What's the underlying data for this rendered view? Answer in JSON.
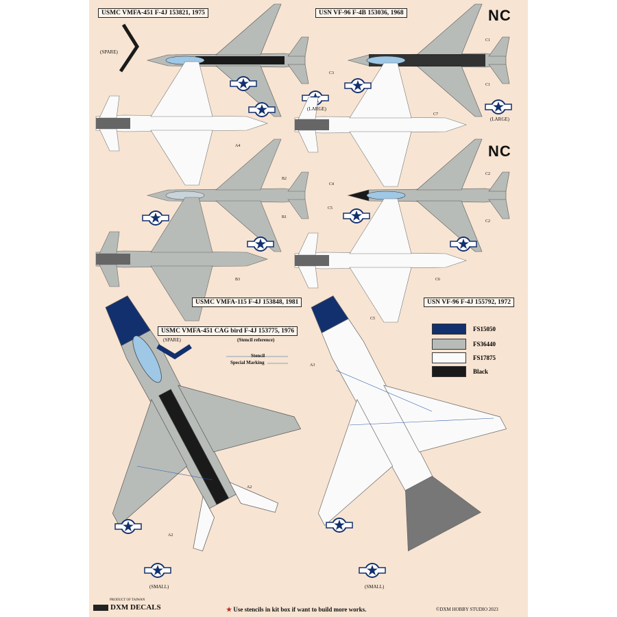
{
  "titles": {
    "vmfa451_1975": "USMC VMFA-451 F-4J 153821, 1975",
    "vf96_1968": "USN VF-96 F-4B 153036, 1968",
    "vmfa115_1981": "USMC VMFA-115 F-4J 153848, 1981",
    "vf96_1972": "USN VF-96 F-4J 155792, 1972",
    "vmfa451_cag": "USMC VMFA-451 CAG bird F-4J 153775, 1976"
  },
  "notes": {
    "spare_top": "(SPARE)",
    "spare_mid": "(SPARE)",
    "stencil_reference": "(Stencil reference)",
    "stencil": "Stencil",
    "special_marking": "Special Marking",
    "large_left": "(LARGE)",
    "large_right": "(LARGE)",
    "small_left": "(SMALL)",
    "small_right": "(SMALL)",
    "nc_top": "NC",
    "nc_mid": "NC"
  },
  "codes": {
    "c1a": "C1",
    "c1b": "C1",
    "c2a": "C2",
    "c2b": "C2",
    "c3": "C3",
    "c4": "C4",
    "c5a": "C5",
    "c5b": "C5",
    "c6": "C6",
    "c7": "C7",
    "a2a": "A2",
    "a2b": "A2",
    "a3": "A3",
    "a4": "A4",
    "b1": "B1",
    "b2": "B2",
    "b3": "B3"
  },
  "legend": [
    {
      "label": "FS15050",
      "color": "#13306e"
    },
    {
      "label": "FS36440",
      "color": "#b8bcb8"
    },
    {
      "label": "FS17875",
      "color": "#fafafa"
    },
    {
      "label": "Black",
      "color": "#1a1a1a"
    }
  ],
  "footer": {
    "product_of": "PRODUCT OF TAIWAN",
    "brand": "DXM DECALS",
    "note_star": "★",
    "note_text": "Use stencils in kit box if want to build more works.",
    "copyright": "©DXM HOBBY STUDIO 2023"
  },
  "colors": {
    "sheet_bg": "#f7e4d2",
    "gray": "#b8bcb8",
    "white": "#fafafa",
    "blue": "#13306e",
    "black": "#1a1a1a",
    "star": "#c0252a"
  }
}
